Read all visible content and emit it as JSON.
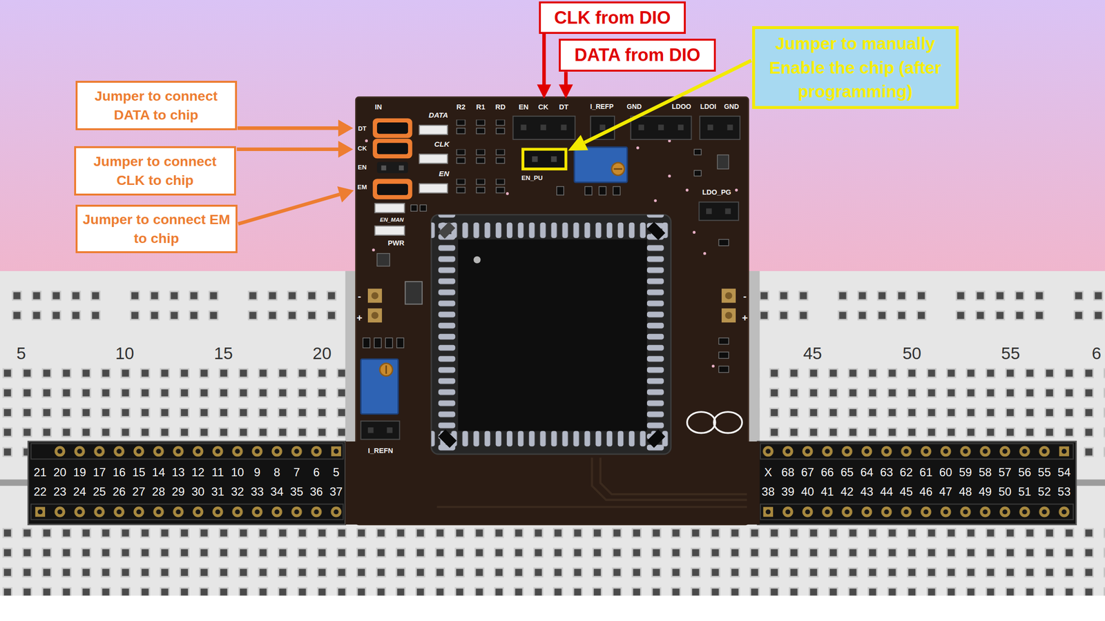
{
  "diagram": {
    "nodes": [
      {
        "text": [
          "CLK from DIO"
        ]
      },
      {
        "text": [
          "DATA from DIO"
        ]
      },
      {
        "text": [
          "Jumper to manually Enable the chip (after programming)"
        ]
      },
      {
        "text": [
          "Jumper to connect DATA to chip"
        ]
      },
      {
        "text": [
          "Jumper to connect CLK to chip"
        ]
      },
      {
        "text": [
          "Jumper to connect EM to chip"
        ]
      }
    ],
    "labels": [
      "IN",
      "DT",
      "CK",
      "EN",
      "EM",
      "DATA",
      "CLK",
      "EN",
      "R2",
      "R1",
      "RD",
      "EN",
      "CK",
      "DT",
      "I_REFP",
      "GND",
      "LDOO",
      "LDOI",
      "GND",
      "EN_PU",
      "LDO_PG",
      "EN_MAN",
      "PWR",
      "I_REFN",
      "-",
      "+",
      "-",
      "+",
      "5",
      "10",
      "15",
      "20",
      "45",
      "50",
      "55",
      "6",
      "21",
      "20",
      "19",
      "17",
      "16",
      "15",
      "14",
      "13",
      "12",
      "11",
      "10",
      "9",
      "8",
      "7",
      "6",
      "5",
      "22",
      "23",
      "24",
      "25",
      "26",
      "27",
      "28",
      "29",
      "30",
      "31",
      "32",
      "33",
      "34",
      "35",
      "36",
      "37",
      "X",
      "68",
      "67",
      "66",
      "65",
      "64",
      "63",
      "62",
      "61",
      "60",
      "59",
      "58",
      "57",
      "56",
      "55",
      "54",
      "38",
      "39",
      "40",
      "41",
      "42",
      "43",
      "44",
      "45",
      "46",
      "47",
      "48",
      "49",
      "50",
      "51",
      "52",
      "53"
    ]
  }
}
